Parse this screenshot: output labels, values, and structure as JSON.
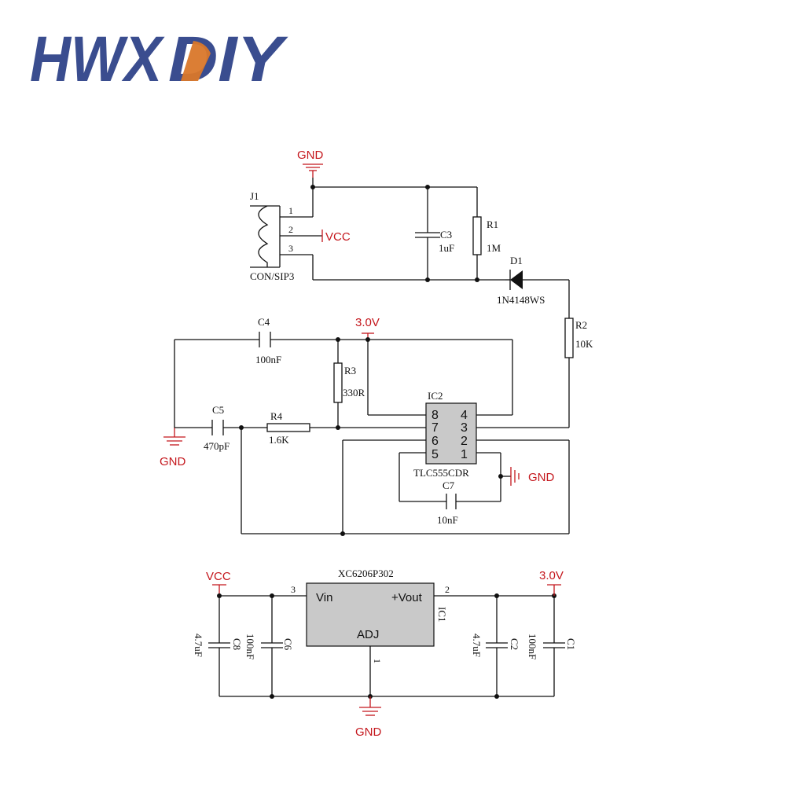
{
  "logo": {
    "part1": "HWX",
    "part2": "DIY",
    "colors": {
      "blue": "#3a4d8f",
      "orange": "#d9772a"
    }
  },
  "colors": {
    "wire": "#111111",
    "net": "#c4161c",
    "ic_fill": "#c9c9c9"
  },
  "nets": {
    "gnd": "GND",
    "vcc": "VCC",
    "v3": "3.0V"
  },
  "connector": {
    "ref": "J1",
    "part": "CON/SIP3",
    "pins": [
      "1",
      "2",
      "3"
    ]
  },
  "components": {
    "c3": {
      "ref": "C3",
      "value": "1uF"
    },
    "r1": {
      "ref": "R1",
      "value": "1M"
    },
    "d1": {
      "ref": "D1",
      "value": "1N4148WS"
    },
    "r2": {
      "ref": "R2",
      "value": "10K"
    },
    "c4": {
      "ref": "C4",
      "value": "100nF"
    },
    "r3": {
      "ref": "R3",
      "value": "330R"
    },
    "c5": {
      "ref": "C5",
      "value": "470pF"
    },
    "r4": {
      "ref": "R4",
      "value": "1.6K"
    },
    "c7": {
      "ref": "C7",
      "value": "10nF"
    },
    "c8": {
      "ref": "C8",
      "value": "4.7uF"
    },
    "c6": {
      "ref": "C6",
      "value": "100nF"
    },
    "c2": {
      "ref": "C2",
      "value": "4.7uF"
    },
    "c1": {
      "ref": "C1",
      "value": "100nF"
    }
  },
  "ic2": {
    "ref": "IC2",
    "part": "TLC555CDR",
    "left_pins": [
      "8",
      "7",
      "6",
      "5"
    ],
    "right_pins": [
      "4",
      "3",
      "2",
      "1"
    ]
  },
  "ic1": {
    "ref": "IC1",
    "part": "XC6206P302",
    "vin": "Vin",
    "vout": "+Vout",
    "adj": "ADJ",
    "pin_vin": "3",
    "pin_vout": "2",
    "pin_adj": "1"
  }
}
